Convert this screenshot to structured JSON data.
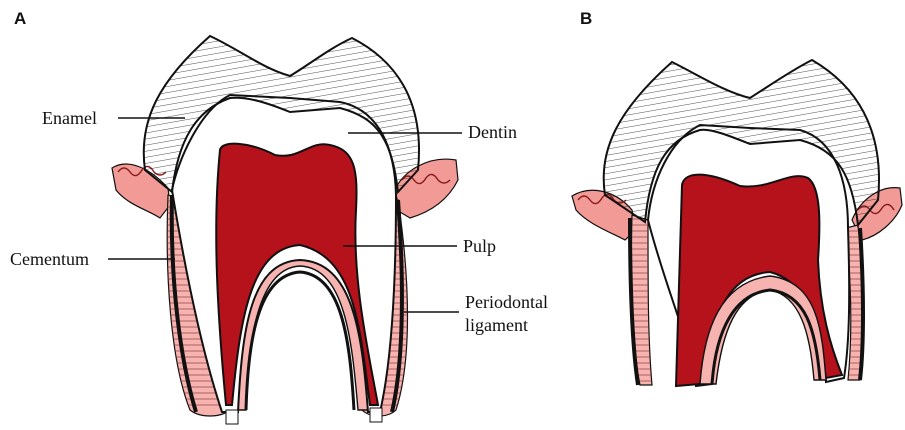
{
  "panels": [
    {
      "letter": "A"
    },
    {
      "letter": "B"
    }
  ],
  "labels": {
    "enamel": "Enamel",
    "dentin": "Dentin",
    "cementum": "Cementum",
    "pulp": "Pulp",
    "periodontal_line1": "Periodontal",
    "periodontal_line2": "ligament"
  },
  "colors": {
    "pulp": "#b5121b",
    "gingiva": "#f29a96",
    "gingiva_line": "#8a1a1a",
    "enamel_fill": "#ffffff",
    "outline": "#111111",
    "root_coating": "#f6b3b0"
  }
}
